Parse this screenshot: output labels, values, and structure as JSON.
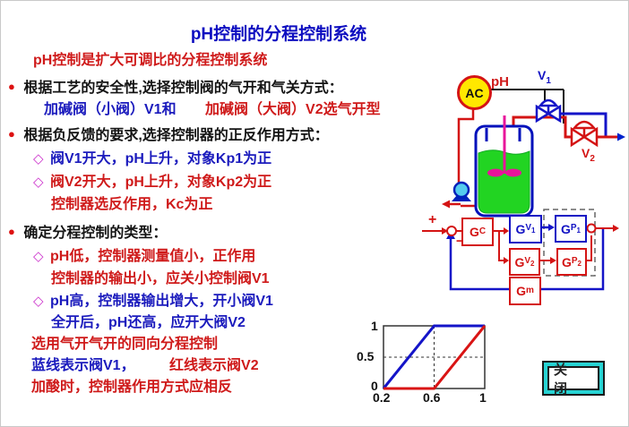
{
  "title": "pH控制的分程控制系统",
  "subtitle": "pH控制是扩大可调比的分程控制系统",
  "glyphs": {
    "bullet": "●",
    "diamond": "◇"
  },
  "content": {
    "bullet1": "根据工艺的安全性,选择控制阀的气开和气关方式：",
    "valves_blue": "加碱阀（小阀）V1和",
    "valves_red": "加碱阀（大阀）V2选气开型",
    "bullet2": "根据负反馈的要求,选择控制器的正反作用方式：",
    "d1": "阀V1开大，pH上升，对象Kp1为正",
    "d2": "阀V2开大，pH上升，对象Kp2为正",
    "d2b": "控制器选反作用，Kc为正",
    "bullet3": "确定分程控制的类型：",
    "d3": "pH低，控制器测量值小，正作用",
    "d3b": "控制器的输出小，应关小控制阀V1",
    "d4": "pH高，控制器输出增大，开小阀V1",
    "d4b": "全开后，pH还高，应开大阀V2",
    "note1": "选用气开气开的同向分程控制",
    "note2_blue": "蓝线表示阀V1，",
    "note2_red": "红线表示阀V2",
    "note3": "加酸时，控制器作用方式应相反"
  },
  "process_diagram": {
    "controller": "AC",
    "ph_label": "pH",
    "v1_main": "V",
    "v1_sub": "1",
    "v2_main": "V",
    "v2_sub": "2"
  },
  "block_diagram": {
    "plus": "+",
    "minus": "−",
    "gc": {
      "main": "G",
      "sub": "C"
    },
    "gv1": {
      "main": "G",
      "sub": "V",
      "subsub": "1"
    },
    "gv2": {
      "main": "G",
      "sub": "V",
      "subsub": "2"
    },
    "gp1": {
      "main": "G",
      "sub": "P",
      "subsub": "1"
    },
    "gp2": {
      "main": "G",
      "sub": "P",
      "subsub": "2"
    },
    "gm": {
      "main": "G",
      "sub": "m"
    }
  },
  "chart_data": {
    "type": "line",
    "xlabel": "",
    "ylabel": "",
    "xlim": [
      0.2,
      1
    ],
    "ylim": [
      0,
      1
    ],
    "x_tick_labels": [
      "0.2",
      "0.6",
      "1"
    ],
    "y_tick_labels": [
      "1",
      "0.5",
      "0"
    ],
    "grid": "dashed crosshair at x=0.6 and y=0.5",
    "dashed_v_at": 0.6,
    "dashed_h_at": 0.5,
    "series": [
      {
        "name": "阀V1 (蓝线)",
        "color": "#1414c8",
        "points": [
          [
            0.2,
            0
          ],
          [
            0.6,
            1
          ],
          [
            1,
            1
          ]
        ]
      },
      {
        "name": "阀V2 (红线)",
        "color": "#d91414",
        "points": [
          [
            0.2,
            0
          ],
          [
            0.6,
            0
          ],
          [
            1,
            1
          ]
        ]
      }
    ],
    "legend": "none (stated in text: blue=V1, red=V2)"
  },
  "close_button": {
    "label": "关 闭"
  },
  "colors": {
    "accent_blue": "#1b1bbd",
    "accent_red": "#cf1a1a",
    "tank_liquid": "#22d422",
    "instrument_fill": "#ffe800",
    "stirrer": "#e8149b",
    "button_frame": "#27d3d3"
  }
}
